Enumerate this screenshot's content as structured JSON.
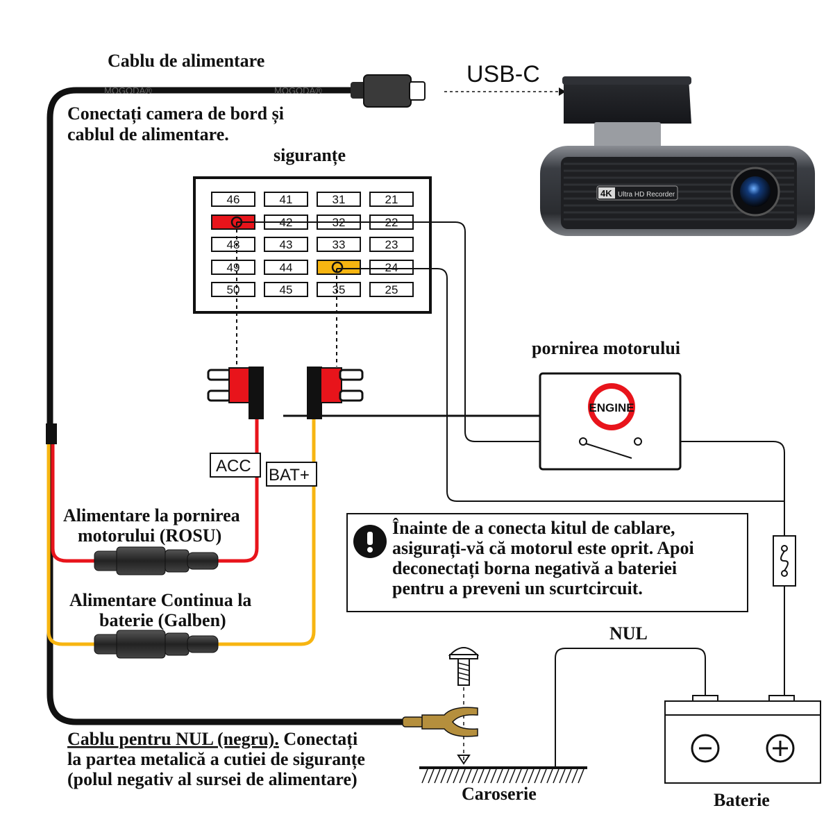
{
  "labels": {
    "power_cable": "Cablu de alimentare",
    "connect_line1": "Conectați camera de bord și",
    "connect_line2": "cablul de alimentare.",
    "usb_c": "USB-C",
    "fuses": "siguranțe",
    "engine_start": "pornirea motorului",
    "engine_badge": "ENGINE",
    "acc": "ACC",
    "bat": "BAT+",
    "ignition_line1": "Alimentare la pornirea",
    "ignition_line2": "motorului (ROSU)",
    "constant_line1": "Alimentare Continua la",
    "constant_line2": "baterie (Galben)",
    "warning_line1": "Înainte de a conecta kitul de cablare,",
    "warning_line2": "asigurați-vă că motorul este oprit. Apoi",
    "warning_line3": "deconectați borna negativă a bateriei",
    "warning_line4": "pentru a preveni un scurtcircuit.",
    "nul": "NUL",
    "ground_underlined": "Cablu pentru NUL (negru).",
    "ground_rest": " Conectați",
    "ground_line2": "la partea metalică a cutiei de siguranțe",
    "ground_line3": "(polul negativ al sursei de alimentare)",
    "chassis": "Caroserie",
    "battery": "Baterie",
    "camera_badge_4k": "4K",
    "camera_badge_text": "Ultra HD Recorder",
    "cable_brand": "MOGODA®"
  },
  "fuse_box": {
    "rows": [
      [
        "46",
        "41",
        "31",
        "21"
      ],
      [
        "",
        "42",
        "32",
        "22"
      ],
      [
        "48",
        "43",
        "33",
        "23"
      ],
      [
        "49",
        "44",
        "",
        "24"
      ],
      [
        "50",
        "45",
        "35",
        "25"
      ]
    ],
    "highlights": [
      {
        "row": 1,
        "col": 0,
        "color": "#e8141b"
      },
      {
        "row": 3,
        "col": 2,
        "color": "#f7b511"
      }
    ]
  },
  "colors": {
    "black_wire": "#111111",
    "red_wire": "#e8141b",
    "yellow_wire": "#f7b511",
    "ground_lug": "#b58f3d"
  }
}
